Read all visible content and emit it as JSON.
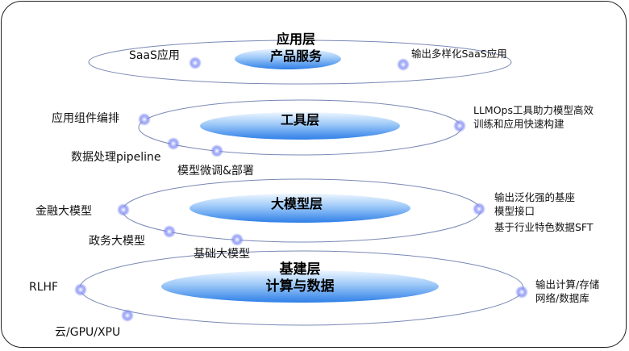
{
  "layers": [
    {
      "title_lines": [
        "应用层",
        "产品服务"
      ],
      "left_labels": [
        "SaaS应用"
      ],
      "right_lines": [
        "输出多样化SaaS应用"
      ]
    },
    {
      "title_lines": [
        "工具层"
      ],
      "left_labels": [
        "应用组件编排",
        "数据处理pipeline",
        "模型微调&部署"
      ],
      "right_lines": [
        "LLMOps工具助力模型高效",
        "训练和应用快速构建"
      ]
    },
    {
      "title_lines": [
        "大模型层"
      ],
      "left_labels": [
        "金融大模型",
        "政务大模型",
        "基础大模型"
      ],
      "right_lines": [
        "输出泛化强的基座",
        "模型接口",
        "基于行业特色数据SFT"
      ]
    },
    {
      "title_lines": [
        "基建层",
        "计算与数据"
      ],
      "left_labels": [
        "RLHF",
        "云/GPU/XPU"
      ],
      "right_lines": [
        "输出计算/存储",
        "网络/数据库"
      ]
    }
  ],
  "colors": {
    "ring_stroke": "#7a88b5",
    "pill_light": "#e8f3ff",
    "pill_dark": "#2f7fe8",
    "dot": "#5a6cf0"
  }
}
